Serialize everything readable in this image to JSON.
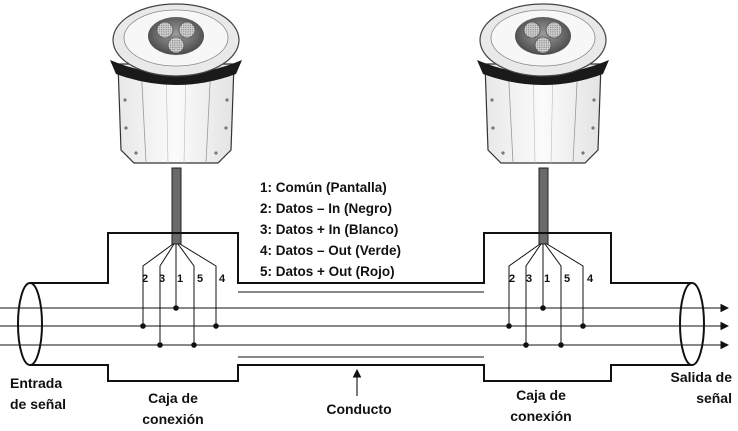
{
  "legend": [
    "1: Común (Pantalla)",
    "2: Datos – In (Negro)",
    "3: Datos + In (Blanco)",
    "4: Datos – Out (Verde)",
    "5: Datos + Out (Rojo)"
  ],
  "pin_numbers": [
    "2",
    "3",
    "1",
    "5",
    "4"
  ],
  "labels": {
    "input_line1": "Entrada",
    "input_line2": "de señal",
    "box_left_line1": "Caja de",
    "box_left_line2": "conexión",
    "conduit": "Conducto",
    "box_right_line1": "Caja de",
    "box_right_line2": "conexión",
    "output_line1": "Salida de",
    "output_line2": "señal"
  },
  "colors": {
    "line": "#111111",
    "fixture_body": "#f2f2f2",
    "cable": "#666666"
  },
  "icons": [
    "light-fixture-icon",
    "light-fixture-icon"
  ]
}
